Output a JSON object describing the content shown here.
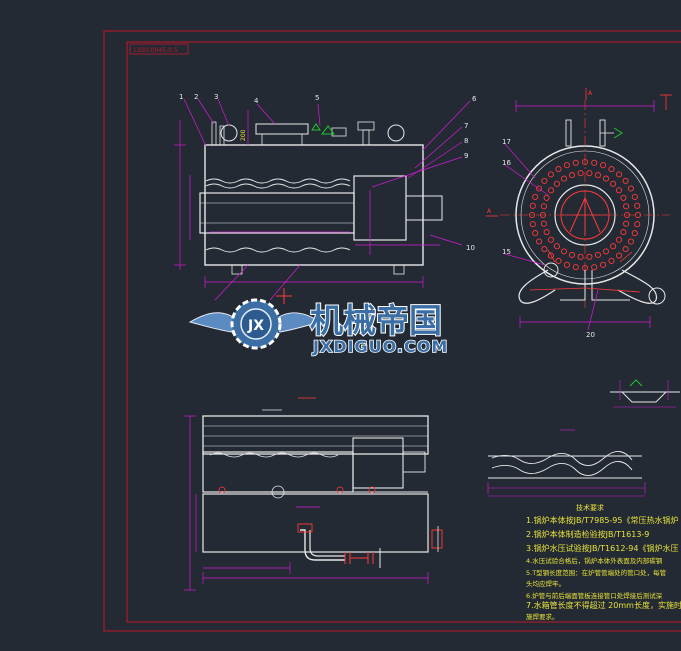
{
  "colors": {
    "background": "#232a33",
    "frame": "#c2162a",
    "line": "#e8e8e8",
    "dim": "#d41cd4",
    "accent": "#ff3a3a",
    "green": "#22c433",
    "yellow": "#e8e23a",
    "logo_blue": "#2d5b8f"
  },
  "title_block_code": "LSS0.0945-0.5",
  "balloons": [
    "1",
    "2",
    "3",
    "4",
    "5",
    "6",
    "7",
    "8",
    "9",
    "10",
    "17",
    "16",
    "15",
    "20"
  ],
  "section_marks": {
    "a": "A",
    "b": "A"
  },
  "watermark": {
    "cn": "机械帝国",
    "en": "JXDIGUO.COM",
    "badge": "JX"
  },
  "tech_req": {
    "title": "技术要求",
    "items": [
      "1.锅炉本体按JB/T7985-95《常压热水锅炉",
      "2.锅炉本体制造检验按JB/T1613-9",
      "3.锅炉水压试验按JB/T1612-94《锅炉水压",
      "4.水压试验合格后，锅炉本体外表面及内部碳钢",
      "5.T型钢长度范围：在炉管管端处的管口处，每管",
      "   头均应焊牢。",
      "6.炉管与前后端面管板连接管口处焊接后测试深",
      "7.水箱管长度不得超过 20mm长度，实施时按图",
      "   施焊要求。"
    ]
  }
}
